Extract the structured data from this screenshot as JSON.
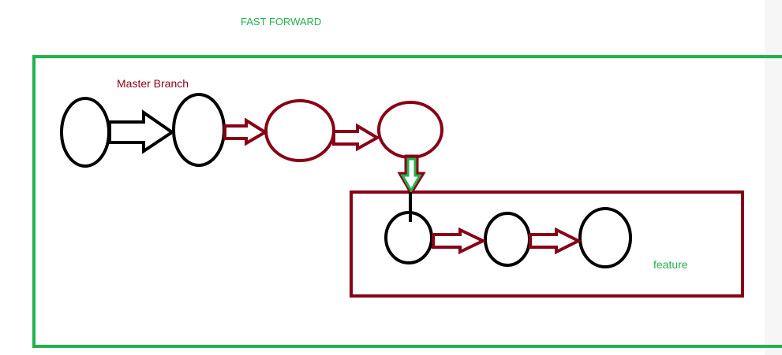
{
  "title": "FAST FORWARD",
  "master_label": "Master Branch",
  "feature_label": "feature",
  "colors": {
    "green": "#22b14c",
    "maroon": "#880015",
    "black": "#000000"
  },
  "master_commits": [
    {
      "id": "m1"
    },
    {
      "id": "m2"
    },
    {
      "id": "m3"
    },
    {
      "id": "m4"
    }
  ],
  "feature_commits": [
    {
      "id": "f1"
    },
    {
      "id": "f2"
    },
    {
      "id": "f3"
    }
  ]
}
